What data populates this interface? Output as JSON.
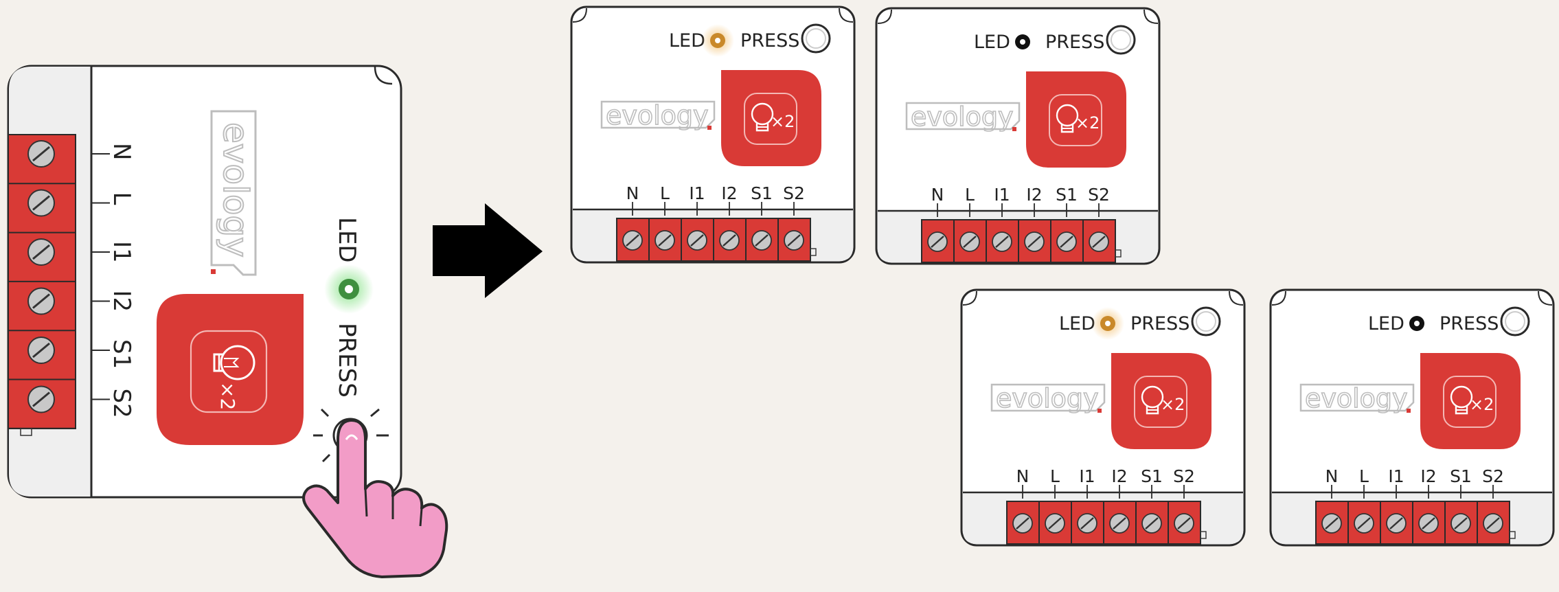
{
  "colors": {
    "background": "#f4f1ec",
    "device_body": "#ffffff",
    "device_outline": "#2a2a2a",
    "terminal_red": "#d93a36",
    "button_red": "#d93a36",
    "led_green": "#3f8f3f",
    "led_amber": "#c9892a",
    "brand_gray": "#bdbdbd",
    "hand_pink": "#f29cc7",
    "arrow": "#000000"
  },
  "main_device": {
    "brand": "evology",
    "led_label": "LED",
    "press_label": "PRESS",
    "led_state": "green",
    "badge": "×2",
    "terminals": [
      "N",
      "L",
      "I1",
      "I2",
      "S1",
      "S2"
    ]
  },
  "arrow_icon": "right-arrow-icon",
  "hand_icon": "pointing-hand-icon",
  "states": [
    {
      "brand": "evology",
      "led_label": "LED",
      "press_label": "PRESS",
      "led_state": "amber",
      "badge": "×2",
      "terminals": [
        "N",
        "L",
        "I1",
        "I2",
        "S1",
        "S2"
      ]
    },
    {
      "brand": "evology",
      "led_label": "LED",
      "press_label": "PRESS",
      "led_state": "off",
      "badge": "×2",
      "terminals": [
        "N",
        "L",
        "I1",
        "I2",
        "S1",
        "S2"
      ]
    },
    {
      "brand": "evology",
      "led_label": "LED",
      "press_label": "PRESS",
      "led_state": "amber",
      "badge": "×2",
      "terminals": [
        "N",
        "L",
        "I1",
        "I2",
        "S1",
        "S2"
      ]
    },
    {
      "brand": "evology",
      "led_label": "LED",
      "press_label": "PRESS",
      "led_state": "off",
      "badge": "×2",
      "terminals": [
        "N",
        "L",
        "I1",
        "I2",
        "S1",
        "S2"
      ]
    }
  ]
}
